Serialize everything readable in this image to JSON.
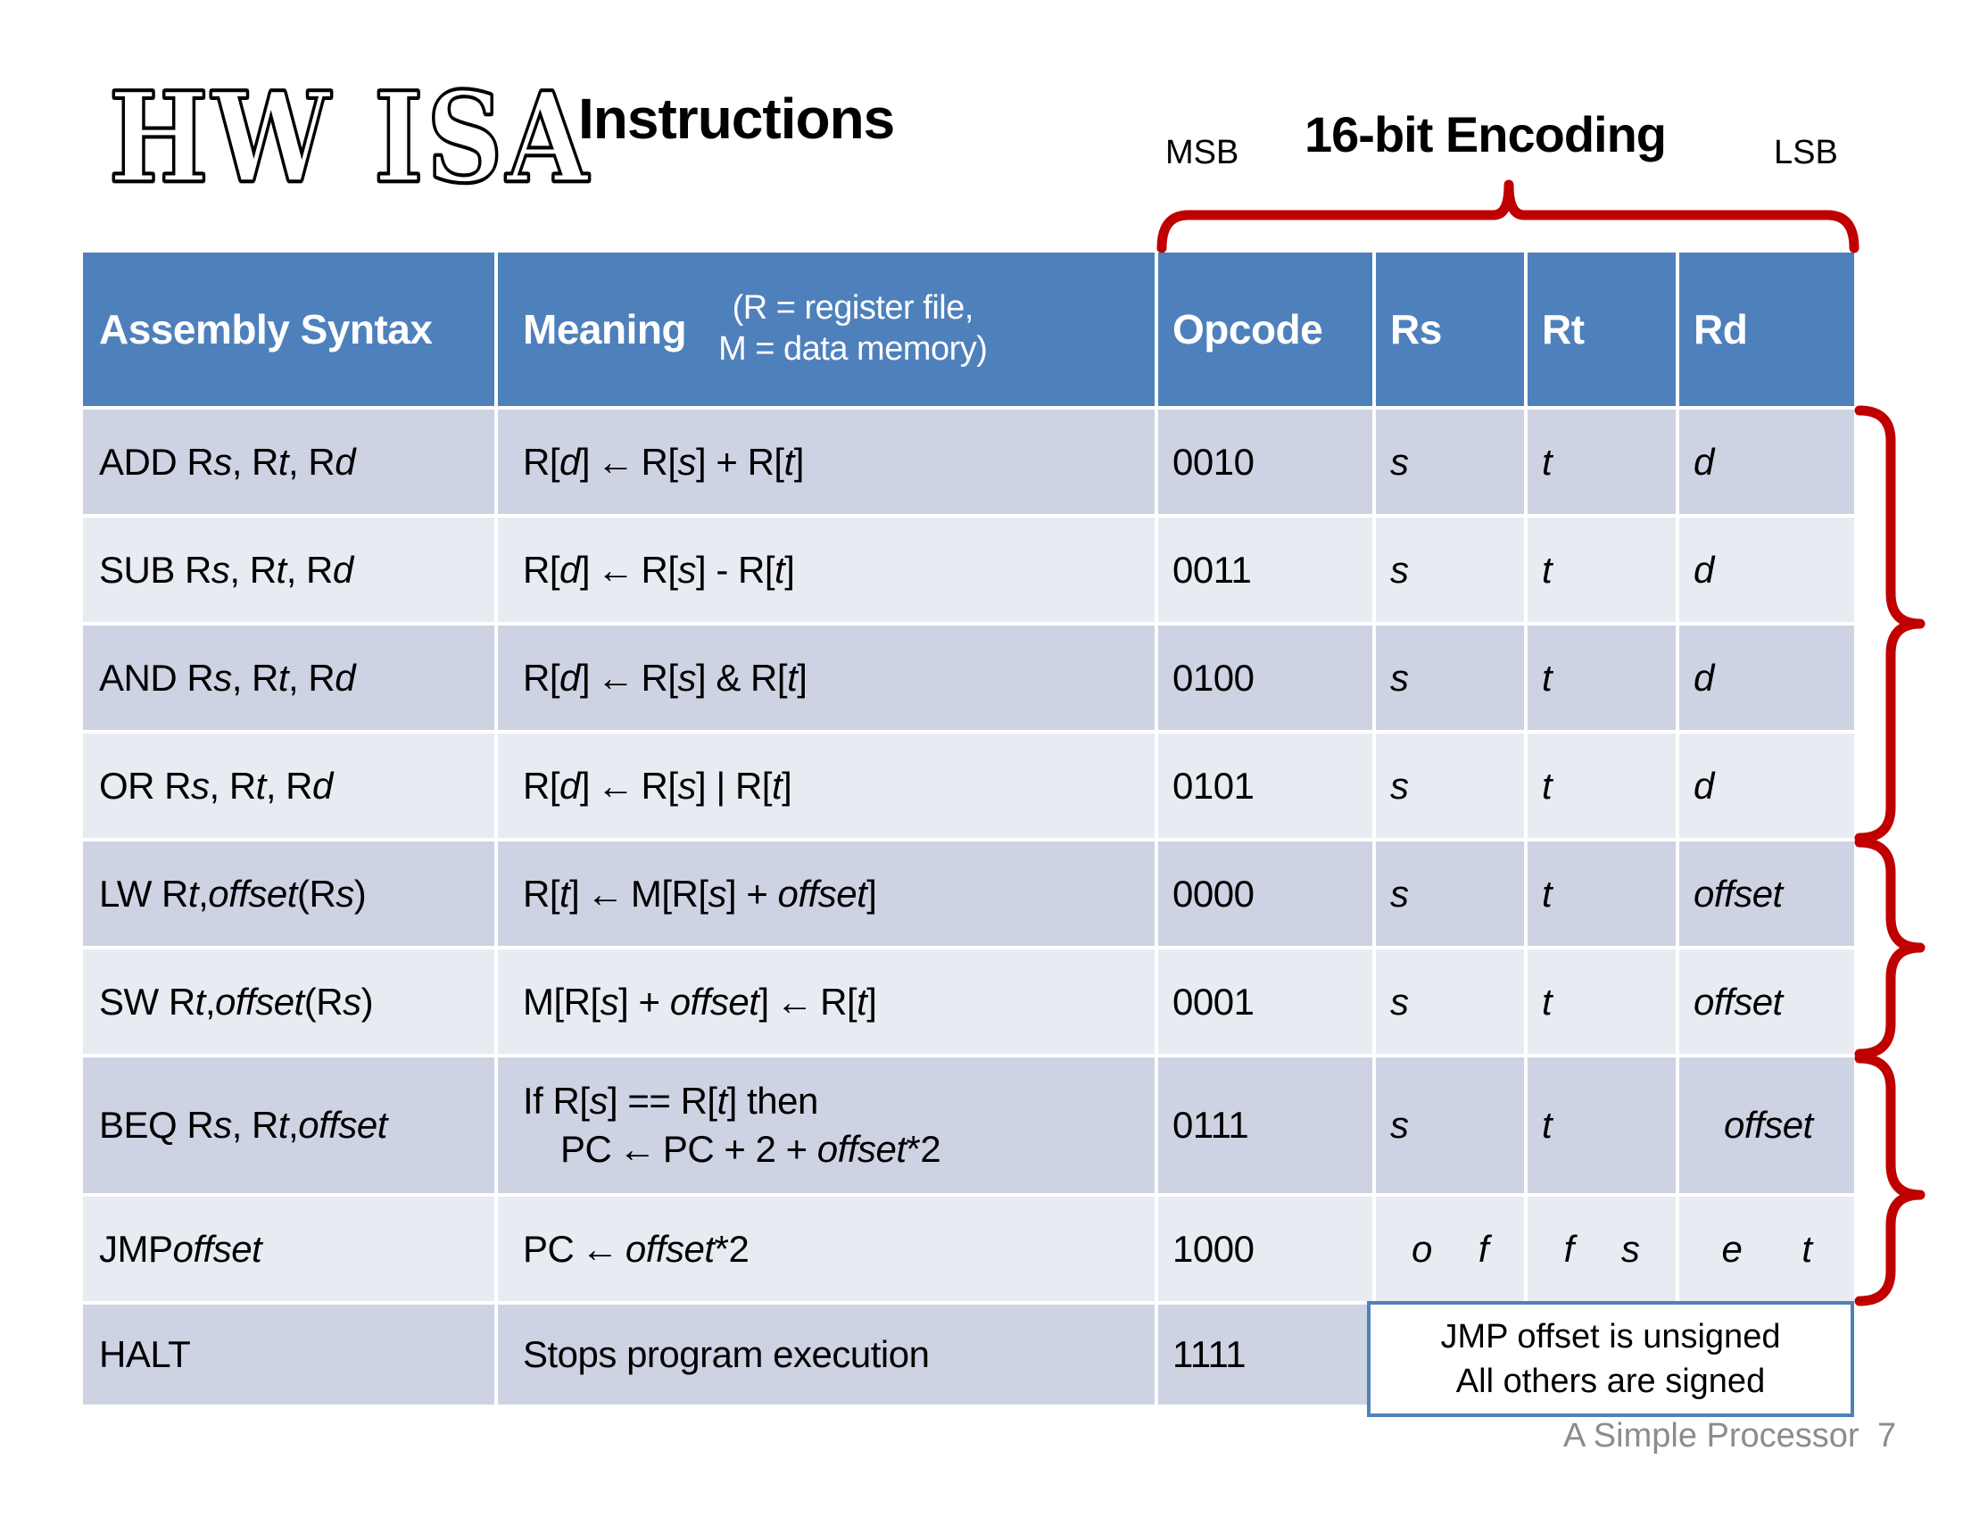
{
  "slide": {
    "logo": "HW ISA",
    "title": "Instructions",
    "encoding_label": "16-bit Encoding",
    "msb": "MSB",
    "lsb": "LSB",
    "footer": "A Simple Processor",
    "page_number": "7",
    "colors": {
      "header_blue": "#4e80bc",
      "band_dark": "#cdd3e3",
      "band_light": "#e9ebf3",
      "brace_red": "#c00000",
      "note_border_blue": "#4f81bd",
      "footer_gray": "#8c8c8c"
    }
  },
  "note": {
    "lines": [
      "JMP offset is unsigned",
      "All others are signed"
    ]
  },
  "table": {
    "headers": {
      "assembly": "Assembly Syntax",
      "meaning": "Meaning",
      "legend_line1": "(R = register file,",
      "legend_line2": "M = data memory)",
      "opcode": "Opcode",
      "rs": "Rs",
      "rt": "Rt",
      "rd": "Rd"
    },
    "rows": [
      {
        "name": "ADD",
        "shade": "dark",
        "asm": [
          {
            "t": "ADD R"
          },
          {
            "t": "s",
            "i": 1
          },
          {
            "t": ", R"
          },
          {
            "t": "t",
            "i": 1
          },
          {
            "t": ", R"
          },
          {
            "t": "d",
            "i": 1
          }
        ],
        "meaning": [
          {
            "segs": [
              {
                "t": "R["
              },
              {
                "t": "d",
                "i": 1
              },
              {
                "t": "]"
              },
              {
                "t": "←",
                "b": 1
              },
              {
                "t": "R["
              },
              {
                "t": "s",
                "i": 1
              },
              {
                "t": "] + R["
              },
              {
                "t": "t",
                "i": 1
              },
              {
                "t": "]"
              }
            ]
          }
        ],
        "opcode": "0010",
        "rs": [
          {
            "t": "s",
            "i": 1
          }
        ],
        "rt": [
          {
            "t": "t",
            "i": 1
          }
        ],
        "rd": [
          {
            "t": "d",
            "i": 1
          }
        ]
      },
      {
        "name": "SUB",
        "shade": "light",
        "asm": [
          {
            "t": "SUB R"
          },
          {
            "t": "s",
            "i": 1
          },
          {
            "t": ", R"
          },
          {
            "t": "t",
            "i": 1
          },
          {
            "t": ", R"
          },
          {
            "t": "d",
            "i": 1
          }
        ],
        "meaning": [
          {
            "segs": [
              {
                "t": "R["
              },
              {
                "t": "d",
                "i": 1
              },
              {
                "t": "]"
              },
              {
                "t": "←",
                "b": 1
              },
              {
                "t": "R["
              },
              {
                "t": "s",
                "i": 1
              },
              {
                "t": "] - R["
              },
              {
                "t": "t",
                "i": 1
              },
              {
                "t": "]"
              }
            ]
          }
        ],
        "opcode": "0011",
        "rs": [
          {
            "t": "s",
            "i": 1
          }
        ],
        "rt": [
          {
            "t": "t",
            "i": 1
          }
        ],
        "rd": [
          {
            "t": "d",
            "i": 1
          }
        ]
      },
      {
        "name": "AND",
        "shade": "dark",
        "asm": [
          {
            "t": "AND R"
          },
          {
            "t": "s",
            "i": 1
          },
          {
            "t": ", R"
          },
          {
            "t": "t",
            "i": 1
          },
          {
            "t": ", R"
          },
          {
            "t": "d",
            "i": 1
          }
        ],
        "meaning": [
          {
            "segs": [
              {
                "t": "R["
              },
              {
                "t": "d",
                "i": 1
              },
              {
                "t": "]"
              },
              {
                "t": "←",
                "b": 1
              },
              {
                "t": "R["
              },
              {
                "t": "s",
                "i": 1
              },
              {
                "t": "] & R["
              },
              {
                "t": "t",
                "i": 1
              },
              {
                "t": "]"
              }
            ]
          }
        ],
        "opcode": "0100",
        "rs": [
          {
            "t": "s",
            "i": 1
          }
        ],
        "rt": [
          {
            "t": "t",
            "i": 1
          }
        ],
        "rd": [
          {
            "t": "d",
            "i": 1
          }
        ]
      },
      {
        "name": "OR",
        "shade": "light",
        "asm": [
          {
            "t": "OR R"
          },
          {
            "t": "s",
            "i": 1
          },
          {
            "t": ", R"
          },
          {
            "t": "t",
            "i": 1
          },
          {
            "t": ", R"
          },
          {
            "t": "d",
            "i": 1
          }
        ],
        "meaning": [
          {
            "segs": [
              {
                "t": "R["
              },
              {
                "t": "d",
                "i": 1
              },
              {
                "t": "]"
              },
              {
                "t": "←",
                "b": 1
              },
              {
                "t": "R["
              },
              {
                "t": "s",
                "i": 1
              },
              {
                "t": "] | R["
              },
              {
                "t": "t",
                "i": 1
              },
              {
                "t": "]"
              }
            ]
          }
        ],
        "opcode": "0101",
        "rs": [
          {
            "t": "s",
            "i": 1
          }
        ],
        "rt": [
          {
            "t": "t",
            "i": 1
          }
        ],
        "rd": [
          {
            "t": "d",
            "i": 1
          }
        ]
      },
      {
        "name": "LW",
        "shade": "dark",
        "asm": [
          {
            "t": "LW R"
          },
          {
            "t": "t",
            "i": 1
          },
          {
            "t": ", "
          },
          {
            "t": "offset",
            "i": 1
          },
          {
            "t": "(R"
          },
          {
            "t": "s",
            "i": 1
          },
          {
            "t": ")"
          }
        ],
        "meaning": [
          {
            "segs": [
              {
                "t": "R["
              },
              {
                "t": "t",
                "i": 1
              },
              {
                "t": "]"
              },
              {
                "t": "←",
                "b": 1
              },
              {
                "t": "M[R["
              },
              {
                "t": "s",
                "i": 1
              },
              {
                "t": "] + "
              },
              {
                "t": "offset",
                "i": 1
              },
              {
                "t": "]"
              }
            ]
          }
        ],
        "opcode": "0000",
        "rs": [
          {
            "t": "s",
            "i": 1
          }
        ],
        "rt": [
          {
            "t": "t",
            "i": 1
          }
        ],
        "rd": [
          {
            "t": "offset",
            "i": 1
          }
        ]
      },
      {
        "name": "SW",
        "shade": "light",
        "asm": [
          {
            "t": "SW R"
          },
          {
            "t": "t",
            "i": 1
          },
          {
            "t": ", "
          },
          {
            "t": "offset",
            "i": 1
          },
          {
            "t": "(R"
          },
          {
            "t": "s",
            "i": 1
          },
          {
            "t": ")"
          }
        ],
        "meaning": [
          {
            "segs": [
              {
                "t": "M[R["
              },
              {
                "t": "s",
                "i": 1
              },
              {
                "t": "] + "
              },
              {
                "t": "offset",
                "i": 1
              },
              {
                "t": "]"
              },
              {
                "t": "←",
                "b": 1
              },
              {
                "t": "R["
              },
              {
                "t": "t",
                "i": 1
              },
              {
                "t": "]"
              }
            ]
          }
        ],
        "opcode": "0001",
        "rs": [
          {
            "t": "s",
            "i": 1
          }
        ],
        "rt": [
          {
            "t": "t",
            "i": 1
          }
        ],
        "rd": [
          {
            "t": "offset",
            "i": 1
          }
        ]
      },
      {
        "name": "BEQ",
        "shade": "dark",
        "asm": [
          {
            "t": "BEQ R"
          },
          {
            "t": "s",
            "i": 1
          },
          {
            "t": ", R"
          },
          {
            "t": "t",
            "i": 1
          },
          {
            "t": ", "
          },
          {
            "t": "offset",
            "i": 1
          }
        ],
        "meaning": [
          {
            "segs": [
              {
                "t": "If R["
              },
              {
                "t": "s",
                "i": 1
              },
              {
                "t": "] == R["
              },
              {
                "t": "t",
                "i": 1
              },
              {
                "t": "] then"
              }
            ]
          },
          {
            "ind": 1,
            "segs": [
              {
                "t": "PC"
              },
              {
                "t": "←",
                "b": 1
              },
              {
                "t": "PC + 2 + "
              },
              {
                "t": "offset",
                "i": 1
              },
              {
                "t": "*2"
              }
            ]
          }
        ],
        "opcode": "0111",
        "rs": [
          {
            "t": "s",
            "i": 1
          }
        ],
        "rt": [
          {
            "t": "t",
            "i": 1
          }
        ],
        "rd": [
          {
            "t": "offset",
            "i": 1
          }
        ]
      },
      {
        "name": "JMP",
        "shade": "light",
        "spread": 1,
        "asm": [
          {
            "t": "JMP "
          },
          {
            "t": "offset",
            "i": 1
          }
        ],
        "meaning": [
          {
            "segs": [
              {
                "t": "PC"
              },
              {
                "t": "←",
                "b": 1
              },
              {
                "t": "offset",
                "i": 1
              },
              {
                "t": "*2"
              }
            ]
          }
        ],
        "opcode": "1000",
        "rs": [
          {
            "t": "o",
            "i": 1
          },
          {
            "t": "f",
            "i": 1
          }
        ],
        "rt": [
          {
            "t": "f",
            "i": 1
          },
          {
            "t": "s",
            "i": 1
          }
        ],
        "rd": [
          {
            "t": "e",
            "i": 1
          },
          {
            "t": "t",
            "i": 1
          }
        ]
      },
      {
        "name": "HALT",
        "shade": "dark",
        "asm": [
          {
            "t": "HALT"
          }
        ],
        "meaning": [
          {
            "segs": [
              {
                "t": "Stops program execution"
              }
            ]
          }
        ],
        "opcode": "1111",
        "rs": [],
        "rt": [],
        "rd": []
      }
    ]
  }
}
